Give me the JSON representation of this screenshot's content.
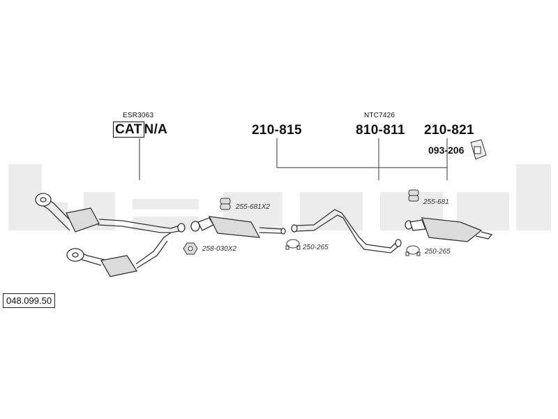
{
  "top_labels": {
    "catalyst_code": "ESR3063",
    "cat_label": "CAT",
    "cat_value": "N/A",
    "part_1": "210-815",
    "part_2_code": "NTC7426",
    "part_2": "810-811",
    "part_3": "210-821",
    "part_4": "093-206"
  },
  "hardware_labels": {
    "hanger_front": "255-681X2",
    "nut": "258-030X2",
    "clamp_mid": "250-265",
    "hanger_rear": "255-681",
    "clamp_rear": "250-265"
  },
  "reference_number": "048.099.50",
  "colors": {
    "line": "#333333",
    "watermark": "#ececec",
    "part_fill": "#dcdcdc"
  }
}
